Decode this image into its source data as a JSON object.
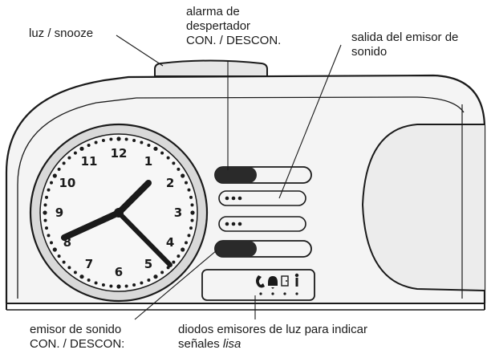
{
  "labels": {
    "light_snooze": "luz / snooze",
    "alarm_switch": [
      "alarma de",
      "despertador",
      "CON. / DESCON."
    ],
    "sound_outlet": [
      "salida del emisor de",
      "sonido"
    ],
    "sound_switch": [
      "emisor de sonido",
      "CON. / DESCON:"
    ],
    "leds": [
      "diodos emisores de luz para indicar",
      "señales ",
      "lisa"
    ]
  },
  "clock": {
    "numbers": [
      "12",
      "1",
      "2",
      "3",
      "4",
      "5",
      "6",
      "7",
      "8",
      "9",
      "10",
      "11"
    ]
  },
  "panel_icons": [
    "phone-handset-icon",
    "bell-icon",
    "door-icon",
    "person-icon"
  ],
  "colors": {
    "line": "#1a1a1a",
    "body": "#f4f4f4",
    "shade": "#dcdcdc",
    "bar": "#2a2a2a"
  }
}
